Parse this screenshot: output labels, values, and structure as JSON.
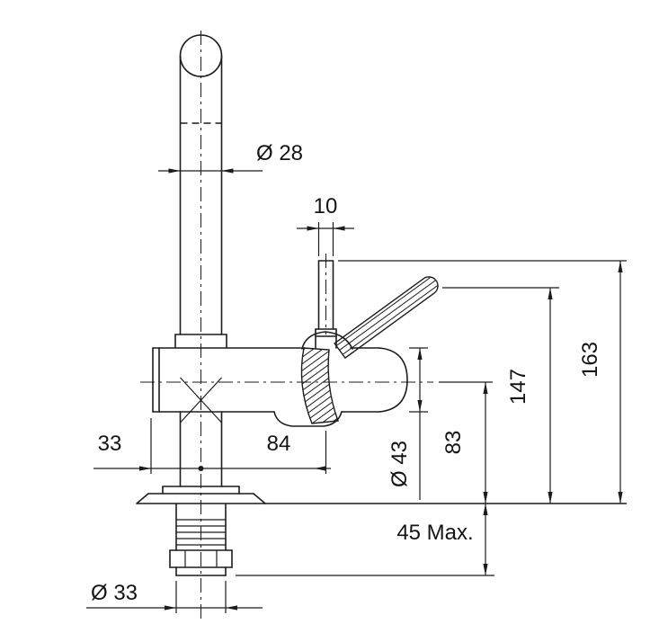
{
  "drawing": {
    "labels": {
      "spout_diameter": "Ø 28",
      "lever_stem_width": "10",
      "spout_offset": "33",
      "lever_offset": "84",
      "body_diameter": "Ø 43",
      "body_axis_height": "83",
      "lever_tip_height": "147",
      "overall_height": "163",
      "deck_thickness_max": "45 Max.",
      "shank_diameter": "Ø 33"
    },
    "colors": {
      "line": "#1c1c1c",
      "background": "#ffffff"
    }
  }
}
